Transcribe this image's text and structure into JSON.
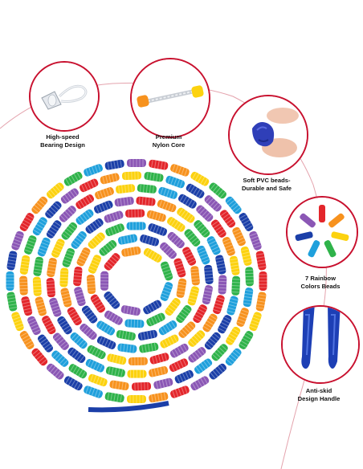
{
  "features": [
    {
      "id": "bearing",
      "lines": [
        "High-speed",
        "Bearing Design"
      ],
      "icon": "bearing-handle-icon"
    },
    {
      "id": "nylon",
      "lines": [
        "Premium",
        "Nylon Core"
      ],
      "icon": "nylon-core-icon"
    },
    {
      "id": "pvc",
      "lines": [
        "Soft PVC beads-",
        "Durable and Safe"
      ],
      "icon": "pvc-bead-icon"
    },
    {
      "id": "colors",
      "lines": [
        "7 Rainbow",
        "Colors Beads"
      ],
      "icon": "rainbow-beads-icon"
    },
    {
      "id": "handle",
      "lines": [
        "Anti-skid",
        "Design Handle"
      ],
      "icon": "handle-icon"
    }
  ],
  "colors": {
    "accent": "#c8102e",
    "beads": [
      "#e3262b",
      "#f7921e",
      "#fcd20f",
      "#2fb34a",
      "#1fa0dc",
      "#1b3fa8",
      "#8b57b5"
    ]
  }
}
